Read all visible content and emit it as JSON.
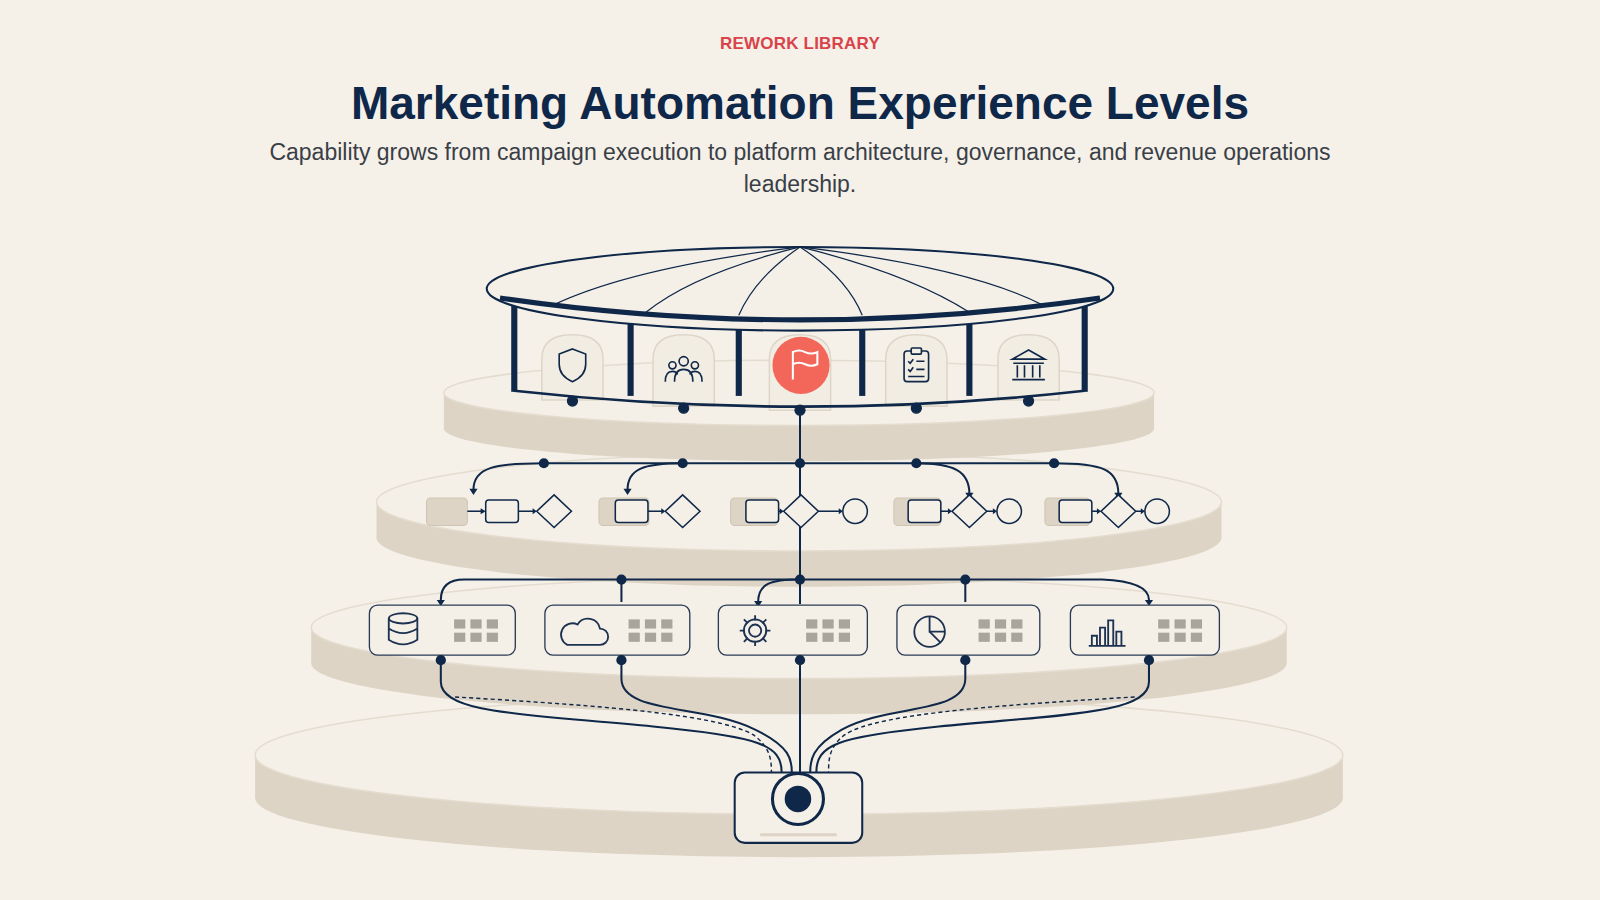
{
  "diagram": {
    "title": "Marketing Automation Experience Levels",
    "caption": "Capability grows from campaign execution to platform architecture, governance, and revenue operations leadership.",
    "labels": [
      "REWORK LIBRARY"
    ]
  }
}
